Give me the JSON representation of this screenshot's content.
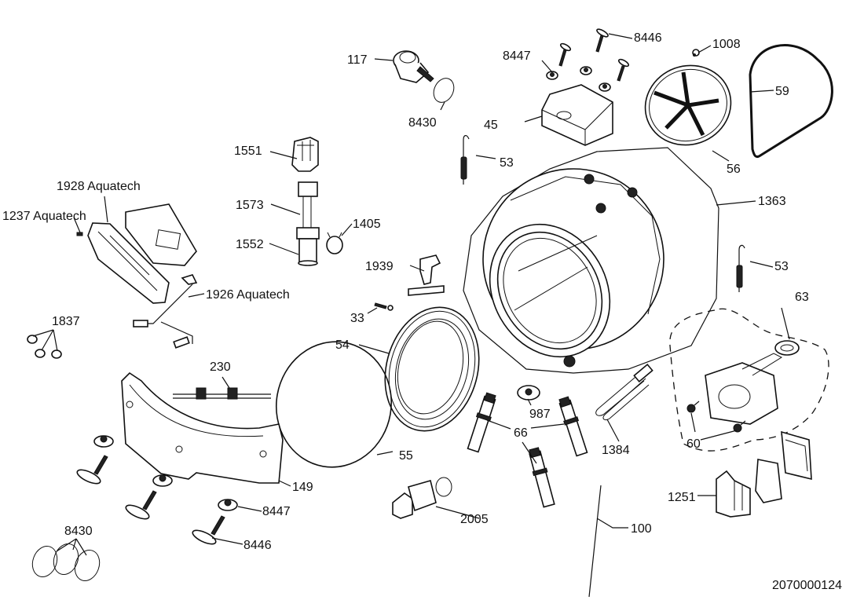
{
  "diagram": {
    "title": "Washing machine tub assembly — exploded parts view",
    "document_number": "2070000124",
    "callouts": {
      "p117": "117",
      "p8430_top": "8430",
      "p8447_top": "8447",
      "p8446_top": "8446",
      "p1008": "1008",
      "p59": "59",
      "p45": "45",
      "p56": "56",
      "p53_top": "53",
      "p1551": "1551",
      "p1928": "1928 Aquatech",
      "p1237": "1237 Aquatech",
      "p1573": "1573",
      "p1405": "1405",
      "p1552": "1552",
      "p1363": "1363",
      "p1926": "1926 Aquatech",
      "p1939": "1939",
      "p53_right": "53",
      "p63": "63",
      "p1837": "1837",
      "p33": "33",
      "p54": "54",
      "p230": "230",
      "p987": "987",
      "p66": "66",
      "p1384": "1384",
      "p60": "60",
      "p55": "55",
      "p149": "149",
      "p1251": "1251",
      "p8447_bottom": "8447",
      "p2005": "2005",
      "p100": "100",
      "p8430_bottom": "8430",
      "p8446_bottom": "8446"
    }
  }
}
